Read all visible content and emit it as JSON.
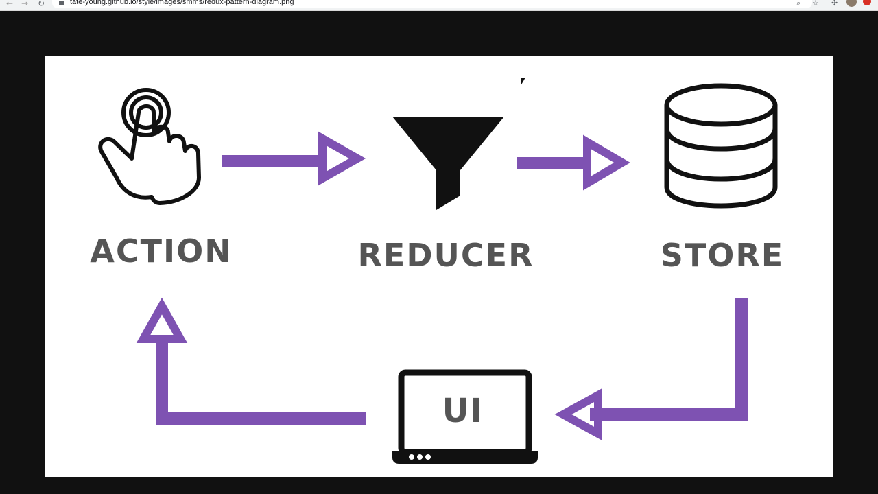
{
  "browser": {
    "url": "tate-young.github.io/style/images/smms/redux-pattern-diagram.png"
  },
  "diagram": {
    "nodes": {
      "action": "ACTION",
      "reducer": "REDUCER",
      "store": "STORE",
      "ui": "UI"
    },
    "colors": {
      "arrow": "#7e52b2",
      "icon": "#111111",
      "label": "#555555",
      "background": "#ffffff"
    }
  }
}
